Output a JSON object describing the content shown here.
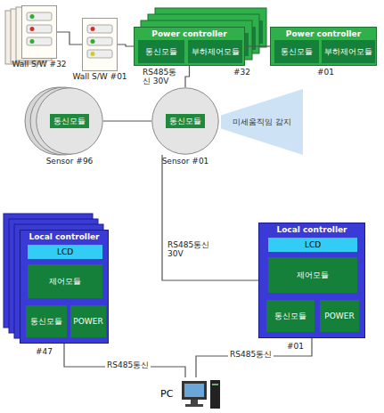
{
  "diagram": {
    "nodes": [
      {
        "text": [
          "Power controller"
        ]
      },
      {
        "text": [
          "통신모듈"
        ],
        "in": 0
      },
      {
        "text": [
          "부하제어모듈"
        ],
        "in": 0
      },
      {
        "text": [
          "Power controller"
        ]
      },
      {
        "text": [
          "통신모듈"
        ],
        "in": 3
      },
      {
        "text": [
          "부하제어모듈"
        ],
        "in": 3
      },
      {
        "text": [
          "Wall S/W #32"
        ]
      },
      {
        "text": [
          "Wall S/W #01"
        ]
      },
      {
        "text": [
          "Sensor #96"
        ]
      },
      {
        "text": [
          "통신모듈"
        ],
        "in": 8
      },
      {
        "text": [
          "Sensor #01"
        ]
      },
      {
        "text": [
          "통신모듈"
        ],
        "in": 10
      },
      {
        "text": [
          "미세움직임 감지"
        ]
      },
      {
        "text": [
          "Local controller"
        ]
      },
      {
        "text": [
          "LCD"
        ],
        "in": 13
      },
      {
        "text": [
          "제어모듈"
        ],
        "in": 13
      },
      {
        "text": [
          "통신모듈"
        ],
        "in": 13
      },
      {
        "text": [
          "POWER"
        ],
        "in": 13
      },
      {
        "text": [
          "Local controller"
        ]
      },
      {
        "text": [
          "LCD"
        ],
        "in": 18
      },
      {
        "text": [
          "제어모듈"
        ],
        "in": 18
      },
      {
        "text": [
          "통신모듈"
        ],
        "in": 18
      },
      {
        "text": [
          "POWER"
        ],
        "in": 18
      },
      {
        "text": [
          "PC"
        ]
      }
    ],
    "edges": [
      {
        "from": 6,
        "to": 7,
        "arrow": "none"
      },
      {
        "from": 7,
        "to": 0,
        "arrow": "none"
      },
      {
        "from": 0,
        "to": 3,
        "arrow": "none"
      },
      {
        "from": 10,
        "to": 0,
        "label": "RS485통신 30V",
        "arrow": "none"
      },
      {
        "from": 8,
        "to": 10,
        "arrow": "none"
      },
      {
        "from": 10,
        "to": 18,
        "label": "RS485통신 30V",
        "arrow": "none"
      },
      {
        "from": 13,
        "to": 23,
        "label": "RS485통신",
        "arrow": "none"
      },
      {
        "from": 18,
        "to": 23,
        "label": "RS485통신",
        "arrow": "none"
      }
    ],
    "labels": [
      "#32",
      "#01",
      "#47",
      "#01"
    ]
  }
}
